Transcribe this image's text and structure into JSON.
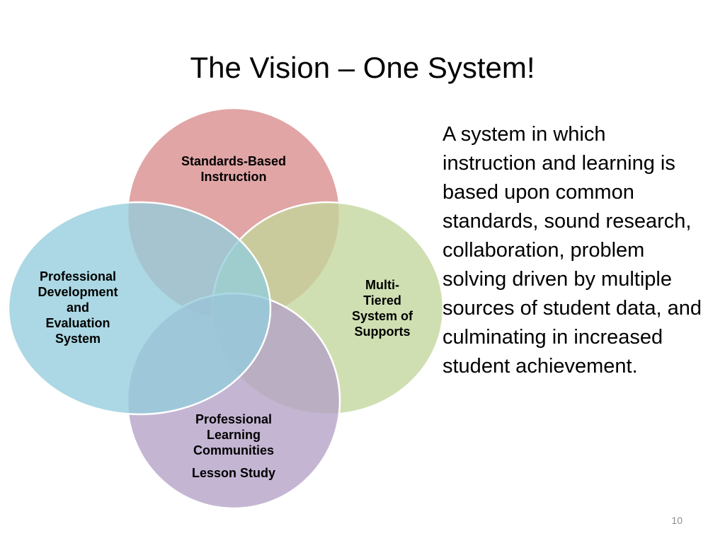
{
  "slide": {
    "title": "The Vision – One System!",
    "slide_number": "10",
    "body_text": "A system in which instruction and learning is based upon common standards, sound research, collaboration, problem solving driven by multiple sources of student data, and culminating in increased student achievement."
  },
  "diagram": {
    "circles": [
      {
        "name": "standards-based-instruction",
        "lines": [
          "Standards-Based",
          "Instruction"
        ],
        "color": "#d98c8c"
      },
      {
        "name": "multi-tiered-system-of-supports",
        "lines": [
          "Multi-",
          "Tiered",
          "System of",
          "Supports"
        ],
        "color": "#c3d69b"
      },
      {
        "name": "professional-learning-communities",
        "lines": [
          "Professional",
          "Learning",
          "Communities"
        ],
        "subline": "Lesson Study",
        "color": "#b3a2c7"
      },
      {
        "name": "professional-development-and-evaluation-system",
        "lines": [
          "Professional",
          "Development",
          "and",
          "Evaluation",
          "System"
        ],
        "color": "#93cddd"
      }
    ]
  }
}
